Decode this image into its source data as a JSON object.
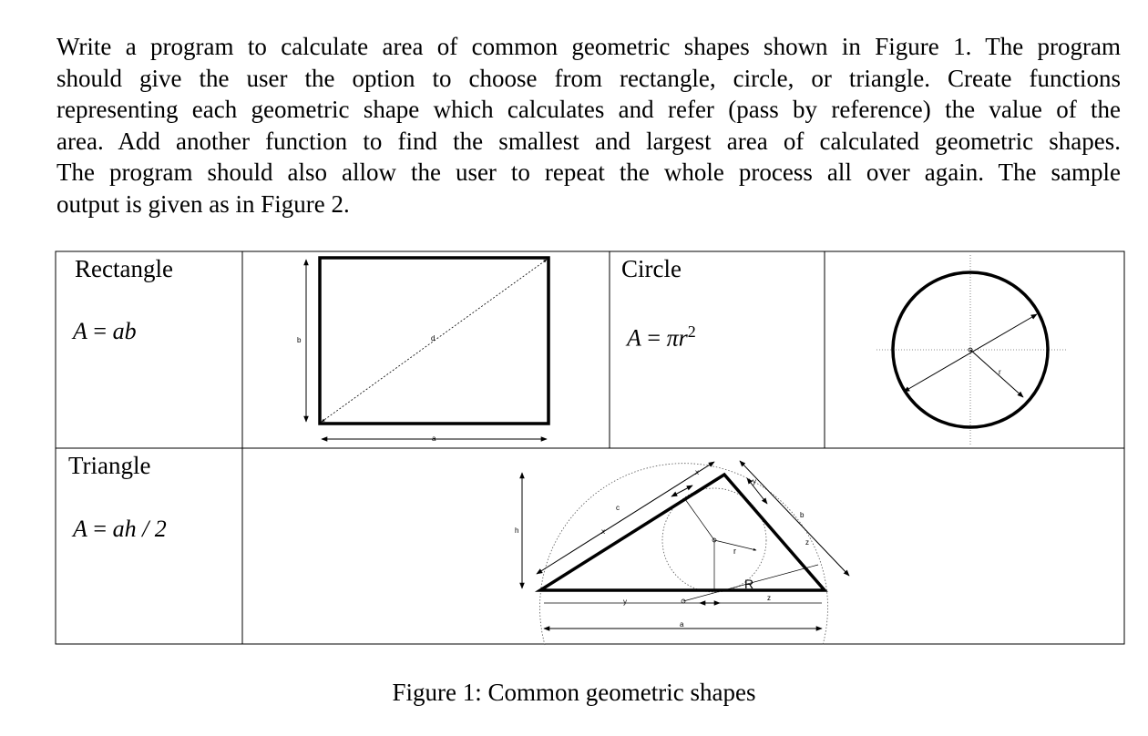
{
  "problem": {
    "lines": [
      "Write a program to calculate area of common geometric shapes shown in Figure 1. The program",
      "should give the user the option to choose from rectangle, circle, or triangle. Create functions",
      "representing each geometric shape which calculates and refer (pass by reference) the value of the",
      "area. Add another function to find the smallest and largest area of calculated geometric shapes.",
      "The program should also allow the user to repeat the whole process all over again. The sample",
      "output is given as in Figure 2."
    ]
  },
  "table": {
    "rectangle": {
      "name": "Rectangle",
      "formula_lhs": "A",
      "formula_eq": " = ",
      "formula_rhs": "ab",
      "labels": {
        "side_b": "b",
        "side_a": "a",
        "diag": "d"
      }
    },
    "circle": {
      "name": "Circle",
      "formula_lhs": "A",
      "formula_eq": " = ",
      "formula_rhs": "πr",
      "formula_exp": "2",
      "labels": {
        "radius": "r"
      }
    },
    "triangle": {
      "name": "Triangle",
      "formula_lhs": "A",
      "formula_eq": " = ",
      "formula_rhs": "ah / 2",
      "labels": {
        "h": "h",
        "a": "a",
        "b": "b",
        "c": "c",
        "x1": "x",
        "x2": "x",
        "y1": "y",
        "y2": "y",
        "z1": "z",
        "z2": "z",
        "r": "r",
        "R": "R"
      }
    }
  },
  "caption": "Figure 1: Common geometric shapes"
}
